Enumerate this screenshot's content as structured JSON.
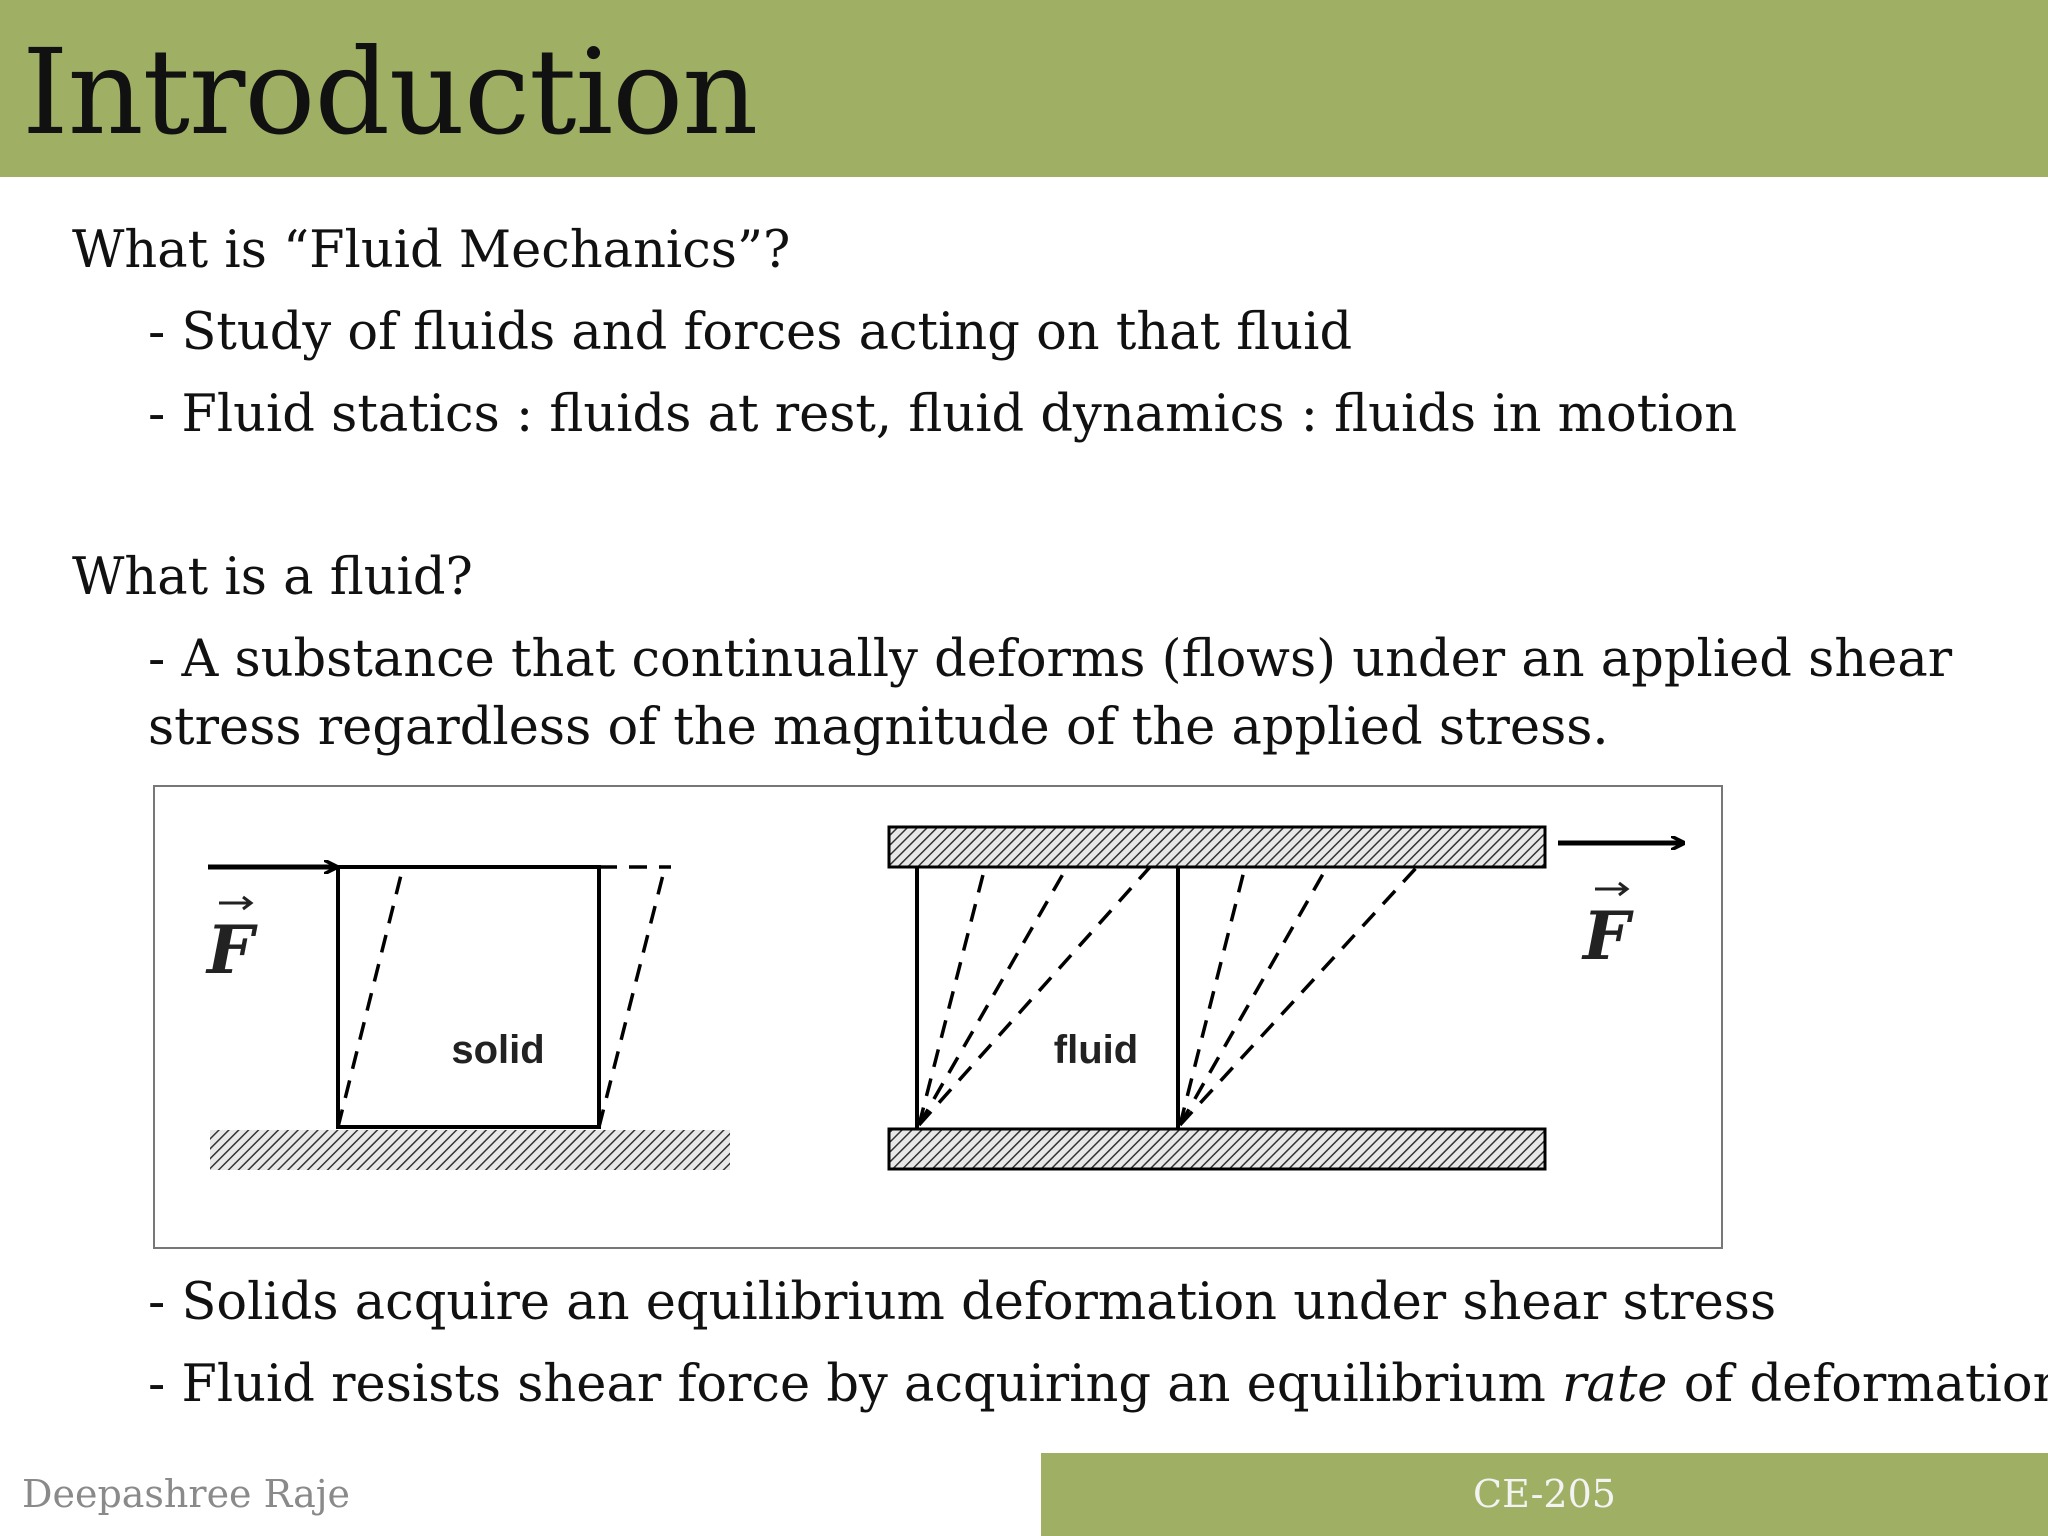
{
  "header": {
    "title": "Introduction",
    "bg_color": "#9fb064"
  },
  "content": {
    "question1": "What is “Fluid Mechanics”?",
    "q1_bullets": [
      "- Study of fluids and forces acting on that fluid",
      "- Fluid statics : fluids at rest, fluid dynamics : fluids in motion"
    ],
    "question2": "What is a fluid?",
    "q2_bullet_line1": "- A substance that continually deforms (flows) under an applied shear",
    "q2_bullet_line2": "stress regardless of the magnitude of the applied stress.",
    "bullet3": "- Solids acquire an equilibrium deformation under shear stress",
    "bullet4_before": "- Fluid resists shear force by acquiring an equilibrium ",
    "bullet4_italic": "rate",
    "bullet4_after": " of deformation"
  },
  "figure": {
    "solid_label": "solid",
    "fluid_label": "fluid",
    "force_symbol": "F"
  },
  "footer": {
    "author": "Deepashree Raje",
    "course_code": "CE-205",
    "bg_color": "#9fb064"
  }
}
